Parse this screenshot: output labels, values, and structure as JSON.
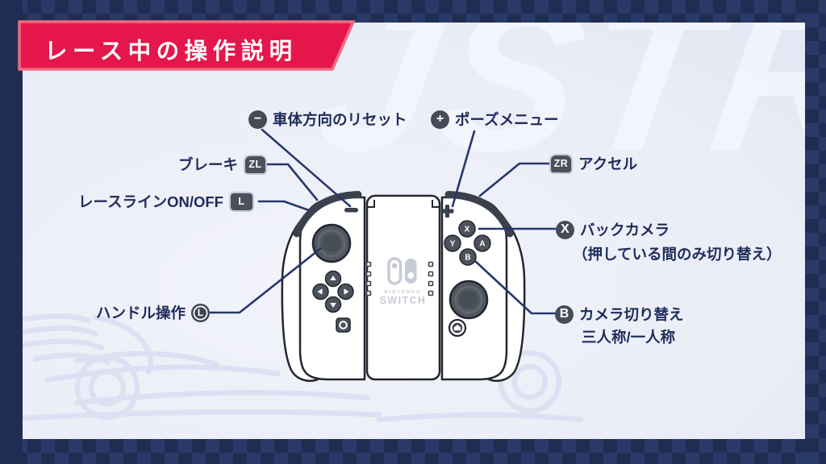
{
  "title": "レース中の操作説明",
  "watermark": {
    "letters": "JSTR"
  },
  "labels": {
    "reset": {
      "badge": "−",
      "text": "車体方向のリセット"
    },
    "pause": {
      "badge": "+",
      "text": "ポーズメニュー"
    },
    "brake": {
      "text": "ブレーキ",
      "badge": "ZL"
    },
    "accel": {
      "badge": "ZR",
      "text": "アクセル"
    },
    "raceline": {
      "text": "レースラインON/OFF",
      "badge": "L"
    },
    "backcam": {
      "badge": "X",
      "text": "バックカメラ",
      "sub": "（押している間のみ切り替え）"
    },
    "camera": {
      "badge": "B",
      "text": "カメラ切り替え",
      "sub": "三人称/一人称"
    },
    "handle": {
      "text": "ハンドル操作",
      "badge": "L"
    }
  },
  "controller": {
    "brand_line1": "NINTENDO",
    "brand_line2": "SWITCH",
    "face_buttons": [
      "X",
      "Y",
      "A",
      "B"
    ]
  },
  "colors": {
    "frame_navy": "#202d52",
    "frame_check": "#2a3a68",
    "banner_red": "#e5164b",
    "banner_border": "#f06a80",
    "label_navy": "#202d5a",
    "badge_gray": "#4a505c",
    "pointer_line": "#27376d",
    "background_lavender": "#e5e9f4"
  }
}
